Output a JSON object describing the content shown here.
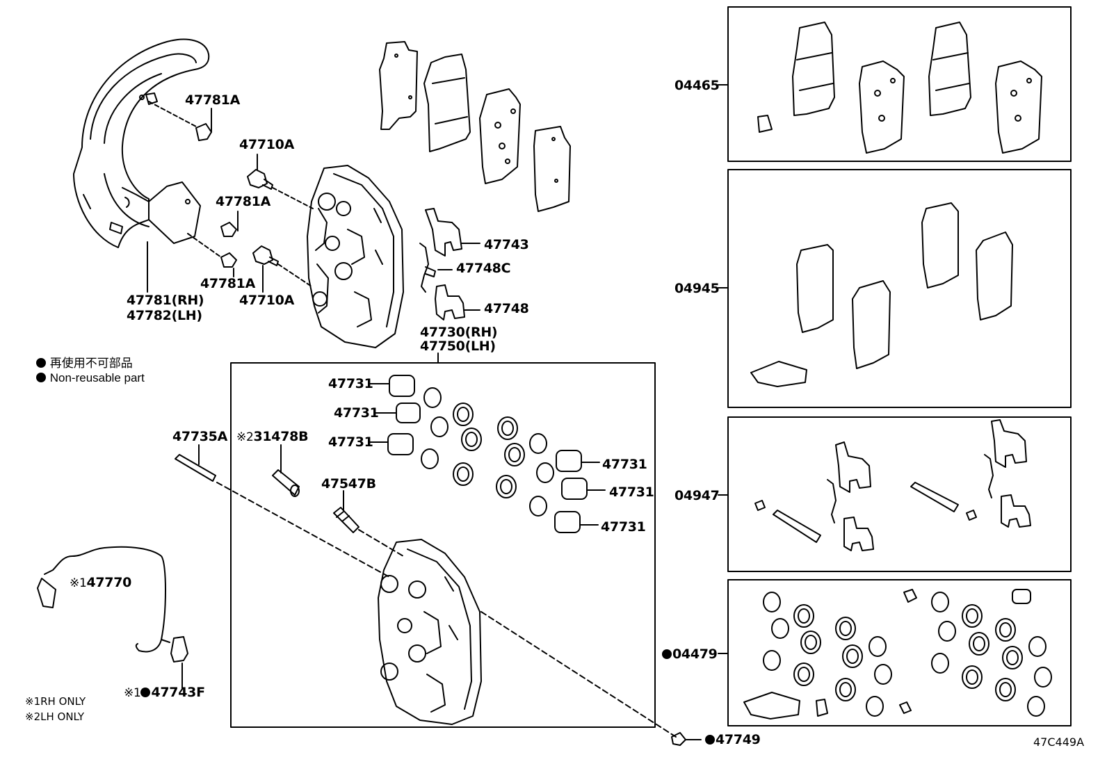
{
  "legend": {
    "jp": "再使用不可部品",
    "en": "Non-reusable part",
    "symbol_name": "non-reusable-dot"
  },
  "notes": {
    "note1_mark": "※1",
    "note1_text": "RH ONLY",
    "note2_mark": "※2",
    "note2_text": "LH ONLY"
  },
  "figure_code": "47C449A",
  "labels": {
    "p47781A_top": "47781A",
    "p47710A_top": "47710A",
    "p47781A_mid": "47781A",
    "p47781A_low": "47781A",
    "p47710A_low": "47710A",
    "p47781_rh": "47781(RH)",
    "p47782_lh": "47782(LH)",
    "p47743": "47743",
    "p47748C": "47748C",
    "p47748": "47748",
    "p47730_rh": "47730(RH)",
    "p47750_lh": "47750(LH)",
    "p47731_1": "47731",
    "p47731_2": "47731",
    "p47731_3": "47731",
    "p47731_4": "47731",
    "p47731_5": "47731",
    "p47731_6": "47731",
    "p47735A": "47735A",
    "p31478B_mark": "※2",
    "p31478B": "31478B",
    "p47547B": "47547B",
    "p47770_mark": "※1",
    "p47770": "47770",
    "p47743F_mark": "※1",
    "p47743F": "47743F",
    "p47749": "47749"
  },
  "kits": [
    {
      "code": "04465",
      "non_reusable": false
    },
    {
      "code": "04945",
      "non_reusable": false
    },
    {
      "code": "04947",
      "non_reusable": false
    },
    {
      "code": "04479",
      "non_reusable": true
    }
  ]
}
